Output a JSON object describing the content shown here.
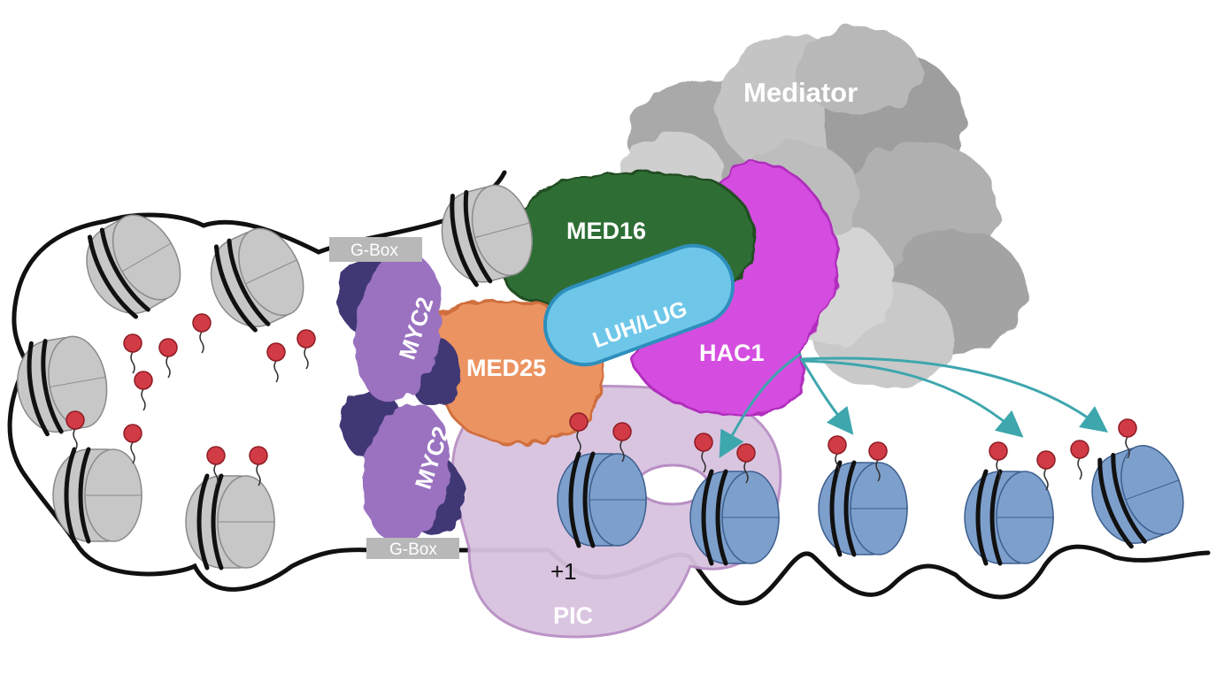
{
  "labels": {
    "mediator": "Mediator",
    "med16": "MED16",
    "luh_lug": "LUH/LUG",
    "hac1": "HAC1",
    "med25": "MED25",
    "myc2_top": "MYC2",
    "myc2_bottom": "MYC2",
    "gbox_top": "G-Box",
    "gbox_bottom": "G-Box",
    "plus_one": "+1",
    "pic": "PIC"
  },
  "colors": {
    "mediator": "#b9b9b9",
    "med16": "#2f6e34",
    "luh_lug": "#6ec7e9",
    "hac1": "#d44de0",
    "med25": "#ec9362",
    "myc2_light": "#9a72c0",
    "myc2_dark": "#3f3875",
    "pic": "#d9c2e0",
    "nucleosome_inactive": "#c7c7c7",
    "nucleosome_active": "#7d9fcc",
    "acetyl_mark": "#d13b45",
    "arrow": "#3ea6ad",
    "dna": "#111111"
  }
}
